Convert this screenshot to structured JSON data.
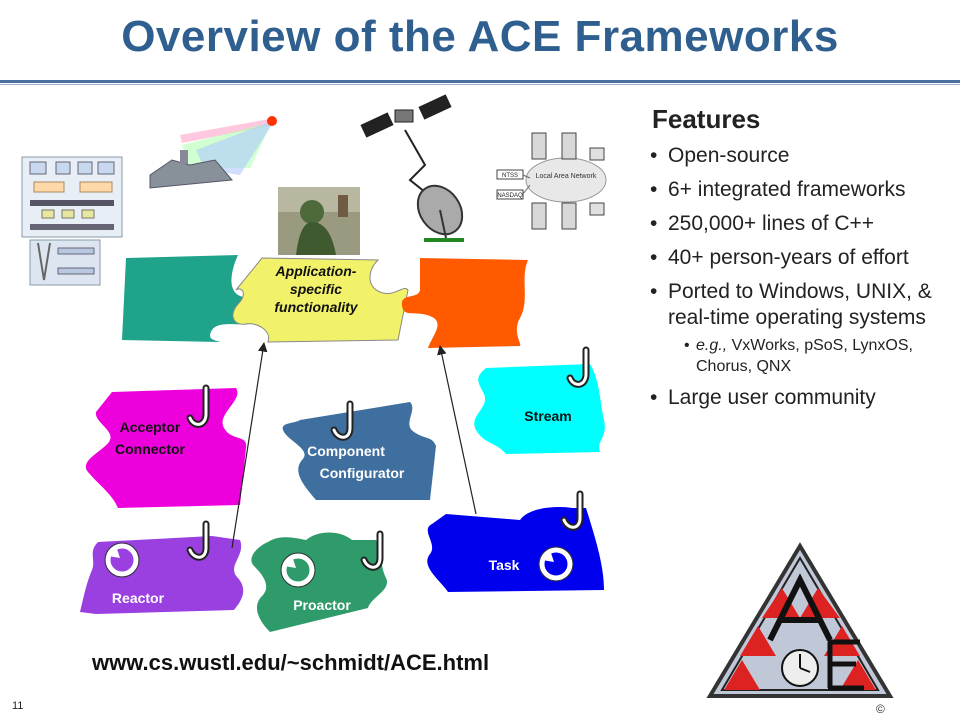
{
  "slide": {
    "title": "Overview of the ACE Frameworks",
    "number": "11",
    "url": "www.cs.wustl.edu/~schmidt/ACE.html",
    "copyright": "©"
  },
  "features": {
    "heading": "Features",
    "items": [
      "Open-source",
      "6+ integrated frameworks",
      "250,000+ lines of C++",
      "40+ person-years of effort",
      "Ported to Windows, UNIX, & real-time operating systems"
    ],
    "sub_item_prefix": "e.g.,",
    "sub_item": "VxWorks, pSoS, LynxOS, Chorus, QNX",
    "last_item": "Large user community"
  },
  "diagram": {
    "app_label_1": "Application-",
    "app_label_2": "specific",
    "app_label_3": "functionality",
    "acceptor_1": "Acceptor",
    "acceptor_2": "Connector",
    "component_1": "Component",
    "component_2": "Configurator",
    "stream": "Stream",
    "reactor": "Reactor",
    "proactor": "Proactor",
    "task": "Task",
    "network_label": "Local Area Network",
    "network_node_1": "NTSS",
    "network_node_2": "NASDAQ",
    "colors": {
      "green": "#1fa38a",
      "yellow": "#f2f26a",
      "orange": "#ff5a00",
      "magenta": "#ee00dd",
      "steel": "#3f6f9f",
      "cyan": "#00ffff",
      "blue": "#0000ff",
      "purple": "#9a40e0",
      "sea": "#2f9a6a",
      "title": "#2f5f8f",
      "logo_red": "#dd2222"
    }
  }
}
